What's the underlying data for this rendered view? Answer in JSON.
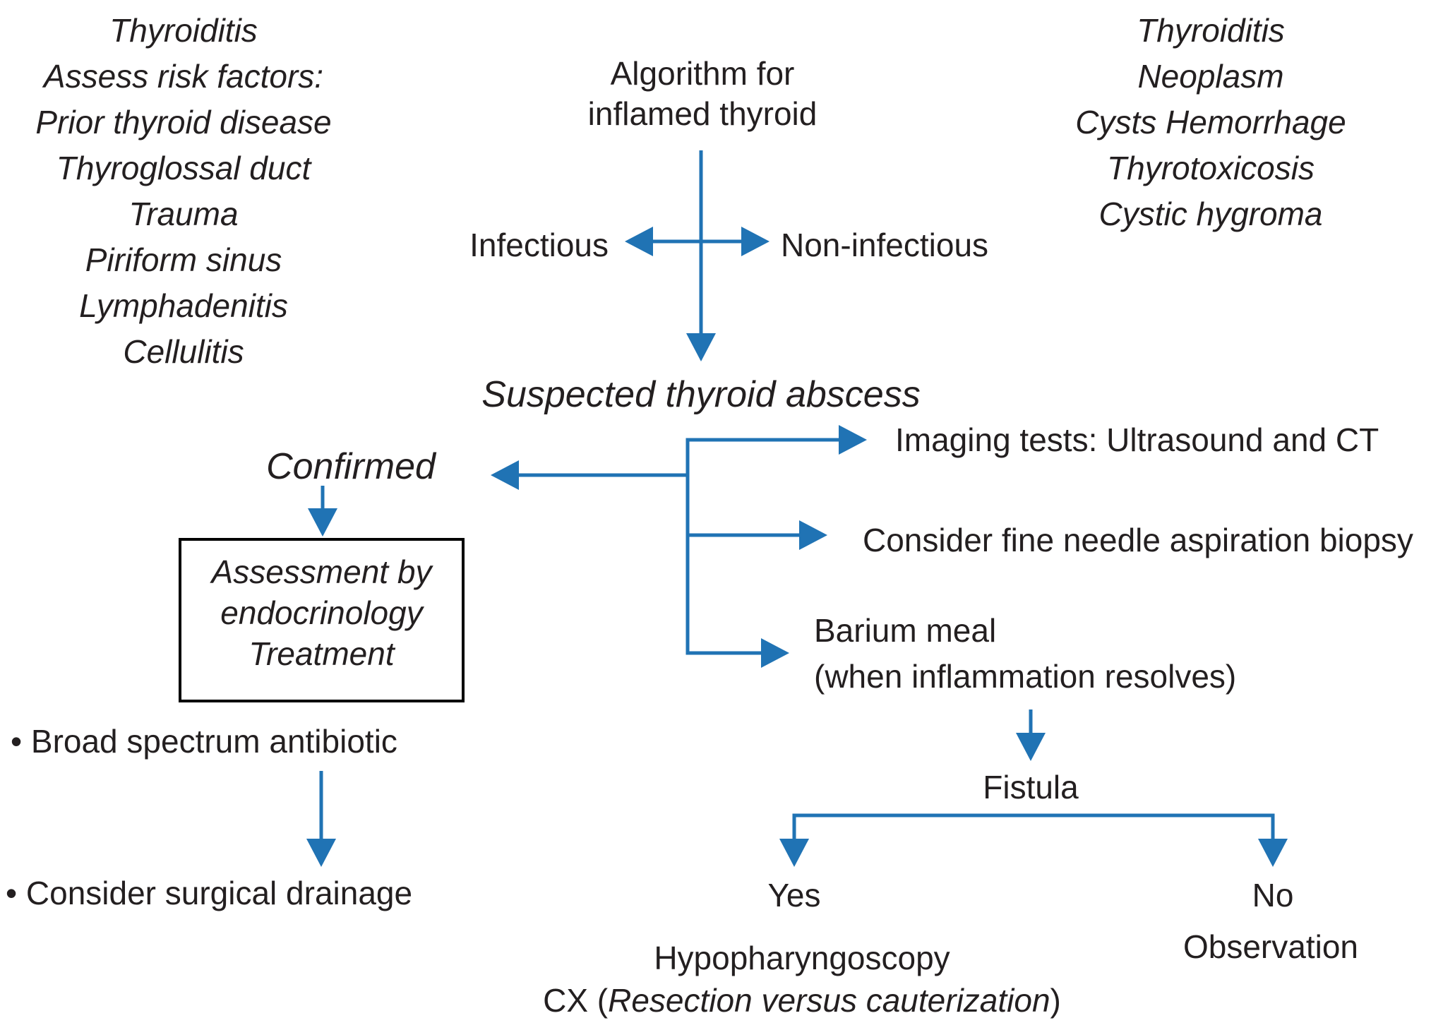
{
  "figure_title": {
    "line1": "Algorithm for",
    "line2": "inflamed thyroid"
  },
  "left_list": {
    "items": [
      "Thyroiditis",
      "Assess risk factors:",
      "Prior thyroid disease",
      "Thyroglossal duct",
      "Trauma",
      "Piriform sinus",
      "Lymphadenitis",
      "Cellulitis"
    ]
  },
  "right_list": {
    "items": [
      "Thyroiditis",
      "Neoplasm",
      "Cysts Hemorrhage",
      "Thyrotoxicosis",
      "Cystic hygroma"
    ]
  },
  "split": {
    "infectious": "Infectious",
    "non_infectious": "Non-infectious"
  },
  "nodes": {
    "suspected": "Suspected thyroid abscess",
    "confirmed": "Confirmed",
    "assessment_box": {
      "line1": "Assessment by",
      "line2": "endocrinology",
      "line3": "Treatment"
    },
    "imaging": "Imaging tests: Ultrasound and CT",
    "fine_needle": "Consider fine needle aspiration biopsy",
    "barium_line1": "Barium meal",
    "barium_line2": "(when inflammation resolves)",
    "broad_spectrum": "• Broad spectrum antibiotic",
    "surgical_drainage": "• Consider surgical drainage",
    "fistula": "Fistula",
    "yes": "Yes",
    "no": "No",
    "observation": "Observation",
    "hypopharyngoscopy": "Hypopharyngoscopy",
    "cx": {
      "prefix": "CX (",
      "italic": "Resection versus cauterization",
      "suffix": ")"
    }
  },
  "colors": {
    "arrow_blue": "#2073b4",
    "text_black": "#231f20",
    "box_border": "#000000"
  }
}
